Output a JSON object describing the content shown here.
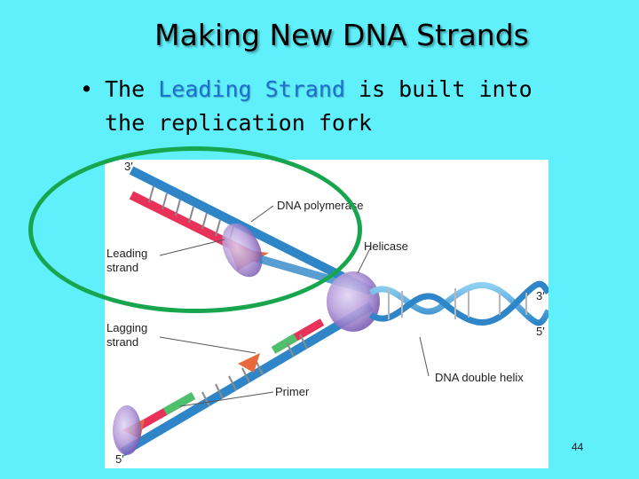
{
  "slide": {
    "title": "Making New DNA Strands",
    "bullet_marker": "•",
    "bullet_prefix": "The ",
    "bullet_highlight": "Leading Strand",
    "bullet_suffix": " is built into",
    "bullet_line2": "the replication fork",
    "page_number": "44"
  },
  "figure": {
    "labels": {
      "three_prime_top": "3′",
      "dna_polymerase": "DNA polymerase",
      "helicase": "Helicase",
      "leading_strand_1": "Leading",
      "leading_strand_2": "strand",
      "lagging_strand_1": "Lagging",
      "lagging_strand_2": "strand",
      "three_prime_right": "3′",
      "five_prime_right": "5′",
      "primer": "Primer",
      "dna_double_helix": "DNA double helix",
      "five_prime_bottom": "5′"
    }
  },
  "colors": {
    "background": "#5ff0fb",
    "highlight_text": "#1d6fd1",
    "circle_outline": "#17a64d",
    "strand_blue": "#2e86c8",
    "strand_red": "#e8325a",
    "primer_green": "#4cc06a",
    "enzyme_purple": "#a58ad0"
  }
}
